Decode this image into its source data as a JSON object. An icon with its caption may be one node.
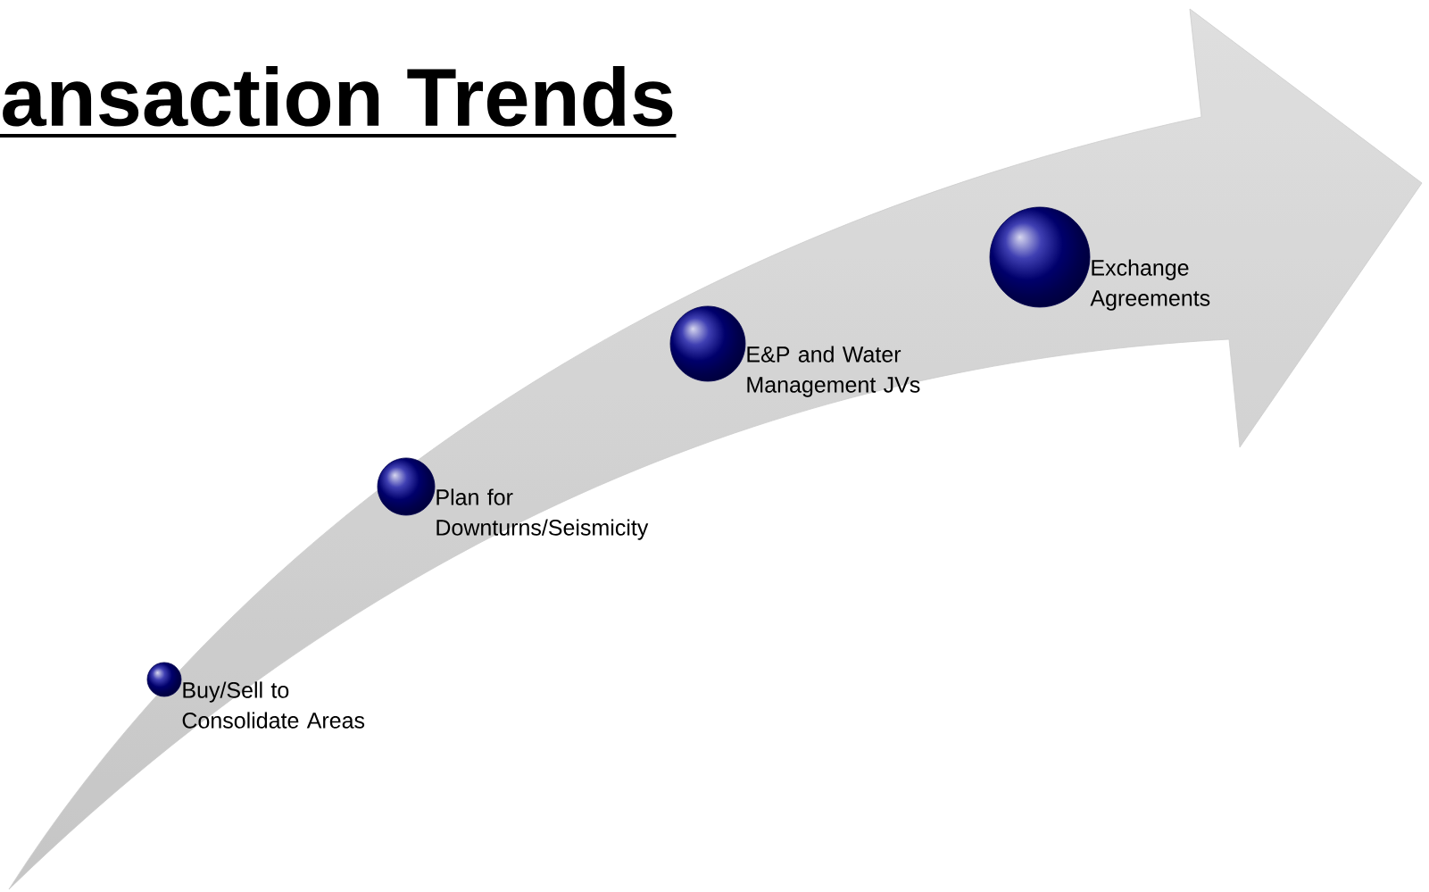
{
  "diagram": {
    "title": "ansaction Trends",
    "nodes": [
      {
        "text": [],
        "shape": "circle",
        "beside": [
          "Buy/Sell to Consolidate Areas"
        ]
      },
      {
        "text": [],
        "shape": "circle",
        "beside": [
          "Plan for Downturns/Seismicity"
        ]
      },
      {
        "text": [],
        "shape": "circle",
        "beside": [
          "E&P and Water Management JVs"
        ]
      },
      {
        "text": [],
        "shape": "circle",
        "beside": [
          "Exchange Agreements"
        ]
      }
    ]
  }
}
